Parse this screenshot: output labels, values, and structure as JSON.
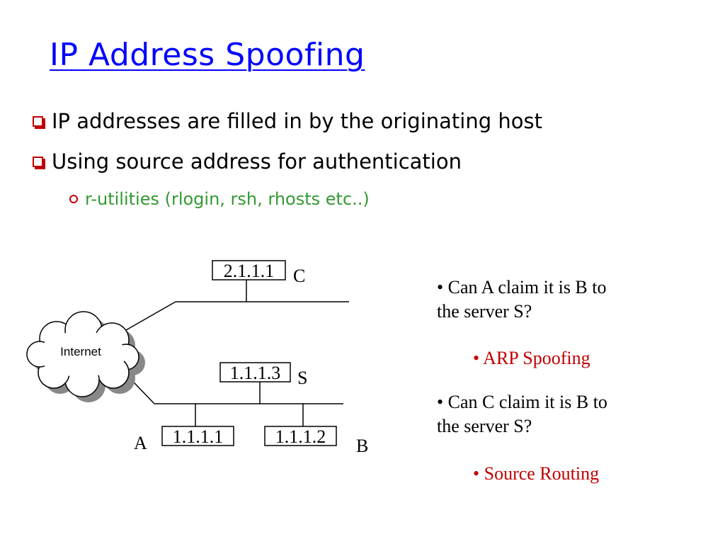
{
  "title": "IP Address Spoofing",
  "bullets": [
    "IP addresses are filled in by the originating host",
    "Using source address for authentication"
  ],
  "sub_bullet": "r-utilities (rlogin, rsh, rhosts etc..)",
  "diagram": {
    "cloud_label": "Internet",
    "host_c": {
      "address": "2.1.1.1",
      "label": "C"
    },
    "host_s": {
      "address": "1.1.1.3",
      "label": "S"
    },
    "host_a": {
      "address": "1.1.1.1",
      "label": "A"
    },
    "host_b": {
      "address": "1.1.1.2",
      "label": "B"
    }
  },
  "notes": {
    "q1_line1": "• Can A claim it is B to",
    "q1_line2": "the server S?",
    "a1": "• ARP Spoofing",
    "q2_line1": "• Can C claim it is B to",
    "q2_line2": "the server S?",
    "a2": "• Source Routing"
  },
  "colors": {
    "title": "#0000ff",
    "sub_bullet": "#339933",
    "accent": "#c00000"
  }
}
